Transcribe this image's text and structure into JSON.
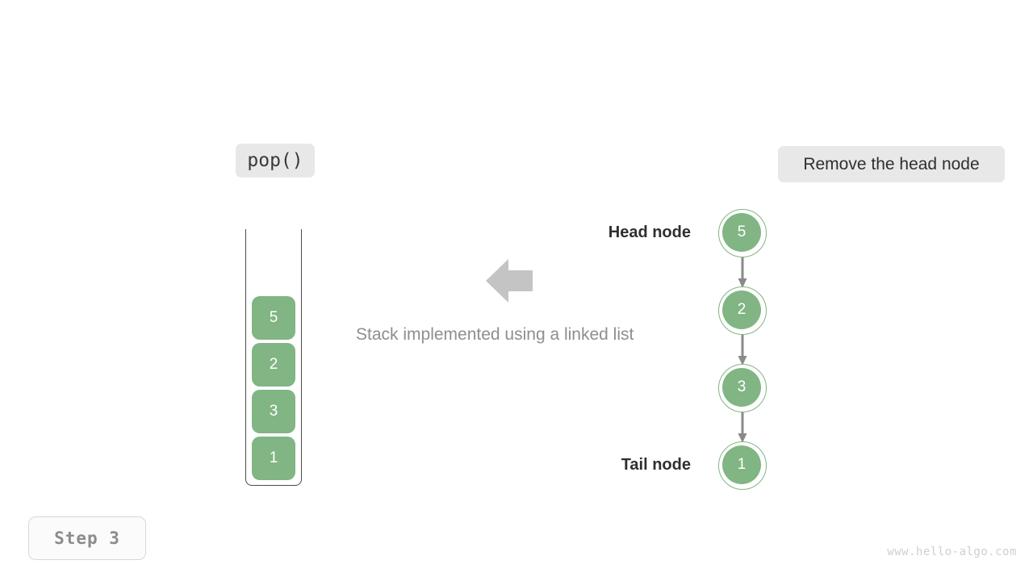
{
  "meta": {
    "title": "Stack implemented using a linked list — pop()",
    "background_color": "#ffffff",
    "accent_green": "#81b583",
    "arrow_gray": "#8a8a8a",
    "big_arrow_gray": "#c4c4c4",
    "badge_gray": "#e8e8e8"
  },
  "operation_badge": {
    "label": "pop()"
  },
  "action_badge": {
    "label": "Remove the head node"
  },
  "step_badge": {
    "label": "Step 3"
  },
  "watermark": {
    "label": "www.hello-algo.com"
  },
  "caption": {
    "text": "Stack implemented using a linked list"
  },
  "transform_arrow": {
    "icon": "arrow-left-icon",
    "direction": "left",
    "color": "#c4c4c4"
  },
  "stack": {
    "name": "stack-container",
    "open_top": true,
    "cells": [
      {
        "value": "5"
      },
      {
        "value": "2"
      },
      {
        "value": "3"
      },
      {
        "value": "1"
      }
    ]
  },
  "linked_list": {
    "nodes": [
      {
        "value": "5",
        "label": "Head node"
      },
      {
        "value": "2",
        "label": ""
      },
      {
        "value": "3",
        "label": ""
      },
      {
        "value": "1",
        "label": "Tail node"
      }
    ],
    "links": [
      {
        "from": "5",
        "to": "2",
        "icon": "arrow-down-icon"
      },
      {
        "from": "2",
        "to": "3",
        "icon": "arrow-down-icon"
      },
      {
        "from": "3",
        "to": "1",
        "icon": "arrow-down-icon"
      }
    ],
    "head_label": "Head node",
    "tail_label": "Tail node"
  }
}
